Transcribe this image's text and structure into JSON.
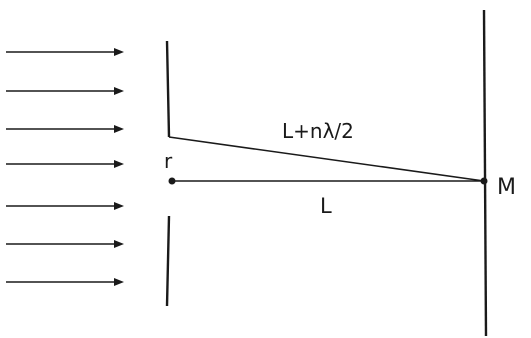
{
  "labels": {
    "aperture_point": "r",
    "screen_point": "M",
    "slant_path": "L+nλ/2",
    "direct_path": "L"
  },
  "colors": {
    "ink": "#1a1a1a",
    "background": "#ffffff"
  }
}
